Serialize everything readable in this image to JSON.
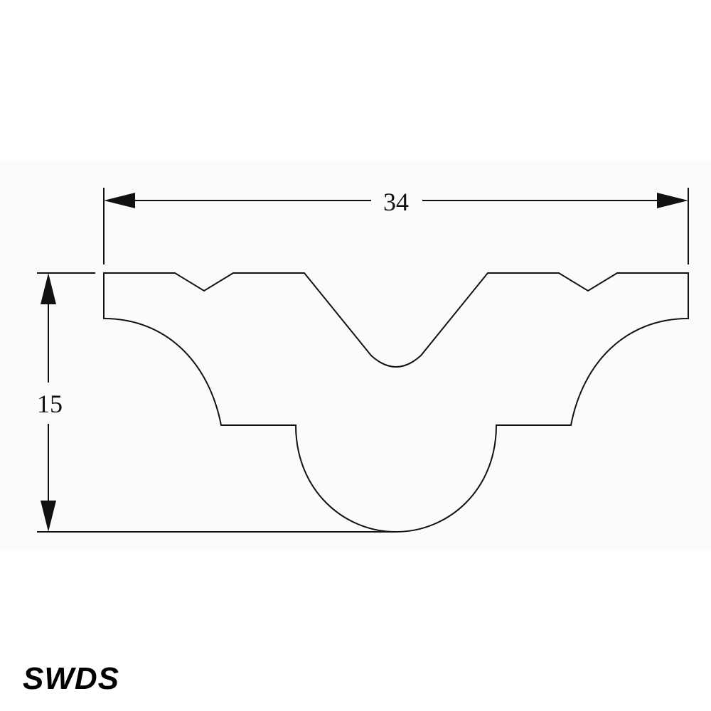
{
  "drawing": {
    "width_dimension": "34",
    "height_dimension": "15",
    "line_color": "#111111",
    "panel_color": "#fbfbfb"
  },
  "brand": {
    "label": "SWDS"
  }
}
